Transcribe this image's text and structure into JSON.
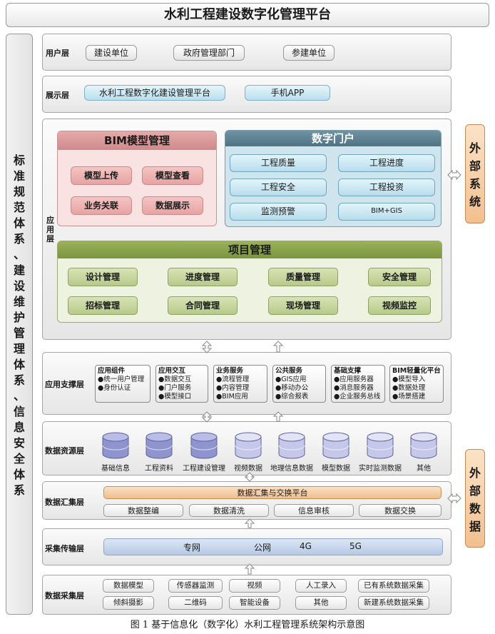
{
  "title": "水利工程建设数字化管理平台",
  "left_panel": {
    "text": "标准规范体系、建设维护管理体系、信息安全体系"
  },
  "right_panel": {
    "external_systems": "外部系统",
    "external_data": "外部数据"
  },
  "user_layer": {
    "label": "用户层",
    "items": [
      "建设单位",
      "政府管理部门",
      "参建单位"
    ]
  },
  "display_layer": {
    "label": "展示层",
    "items": [
      "水利工程数字化建设管理平台",
      "手机APP"
    ]
  },
  "app_layer": {
    "label": "应用层",
    "bim": {
      "title": "BIM模型管理",
      "items": [
        "模型上传",
        "模型查看",
        "业务关联",
        "数据展示"
      ]
    },
    "portal": {
      "title": "数字门户",
      "items": [
        "工程质量",
        "工程进度",
        "工程安全",
        "工程投资",
        "监测预警",
        "BIM+GIS"
      ]
    },
    "project": {
      "title": "项目管理",
      "items": [
        "设计管理",
        "进度管理",
        "质量管理",
        "安全管理",
        "招标管理",
        "合同管理",
        "现场管理",
        "视频监控"
      ]
    }
  },
  "support_layer": {
    "label": "应用支撑层",
    "groups": [
      {
        "title": "应用组件",
        "items": [
          "●统一用户管理",
          "●身份认证"
        ]
      },
      {
        "title": "应用交互",
        "items": [
          "●数据交互",
          "●门户服务",
          "●模型接口"
        ]
      },
      {
        "title": "业务服务",
        "items": [
          "●流程管理",
          "●内容管理",
          "●BIM应用"
        ]
      },
      {
        "title": "公共服务",
        "items": [
          "●GIS应用",
          "●移动办公",
          "●综合报表"
        ]
      },
      {
        "title": "基础支撑",
        "items": [
          "●应用服务器",
          "●消息服务器",
          "●企业服务总线"
        ]
      },
      {
        "title": "BIM轻量化平台",
        "items": [
          "●模型导入",
          "●数据处理",
          "●场景搭建"
        ]
      }
    ]
  },
  "resource_layer": {
    "label": "数据资源层",
    "items": [
      "基础信息",
      "工程资料",
      "工程建设管理",
      "视频数据",
      "地理信息数据",
      "模型数据",
      "实时监测数据",
      "其他"
    ]
  },
  "aggregation_layer": {
    "label": "数据汇集层",
    "platform": "数据汇集与交换平台",
    "items": [
      "数据整编",
      "数据清洗",
      "信息审核",
      "数据交换"
    ]
  },
  "transmission_layer": {
    "label": "采集传输层",
    "items": [
      "专网",
      "公网",
      "4G",
      "5G"
    ]
  },
  "collection_layer": {
    "label": "数据采集层",
    "row1": [
      "数据模型",
      "传感器监测",
      "视频",
      "人工录入",
      "已有系统数据采集"
    ],
    "row2": [
      "倾斜摄影",
      "二维码",
      "智能设备",
      "其他",
      "新建系统数据采集"
    ]
  },
  "caption": "图 1 基于信息化（数字化）水利工程管理系统架构示意图",
  "colors": {
    "bim_header": "#d99292",
    "portal_header": "#5a7f8f",
    "project_header": "#8aa04a",
    "cylinder_top": "#b9bde8",
    "cylinder_body": "#8f94cf",
    "cylinder_pale_top": "#e2e4f6",
    "cylinder_pale_body": "#c5c8ea",
    "agg_platform": "#f1c69a"
  }
}
